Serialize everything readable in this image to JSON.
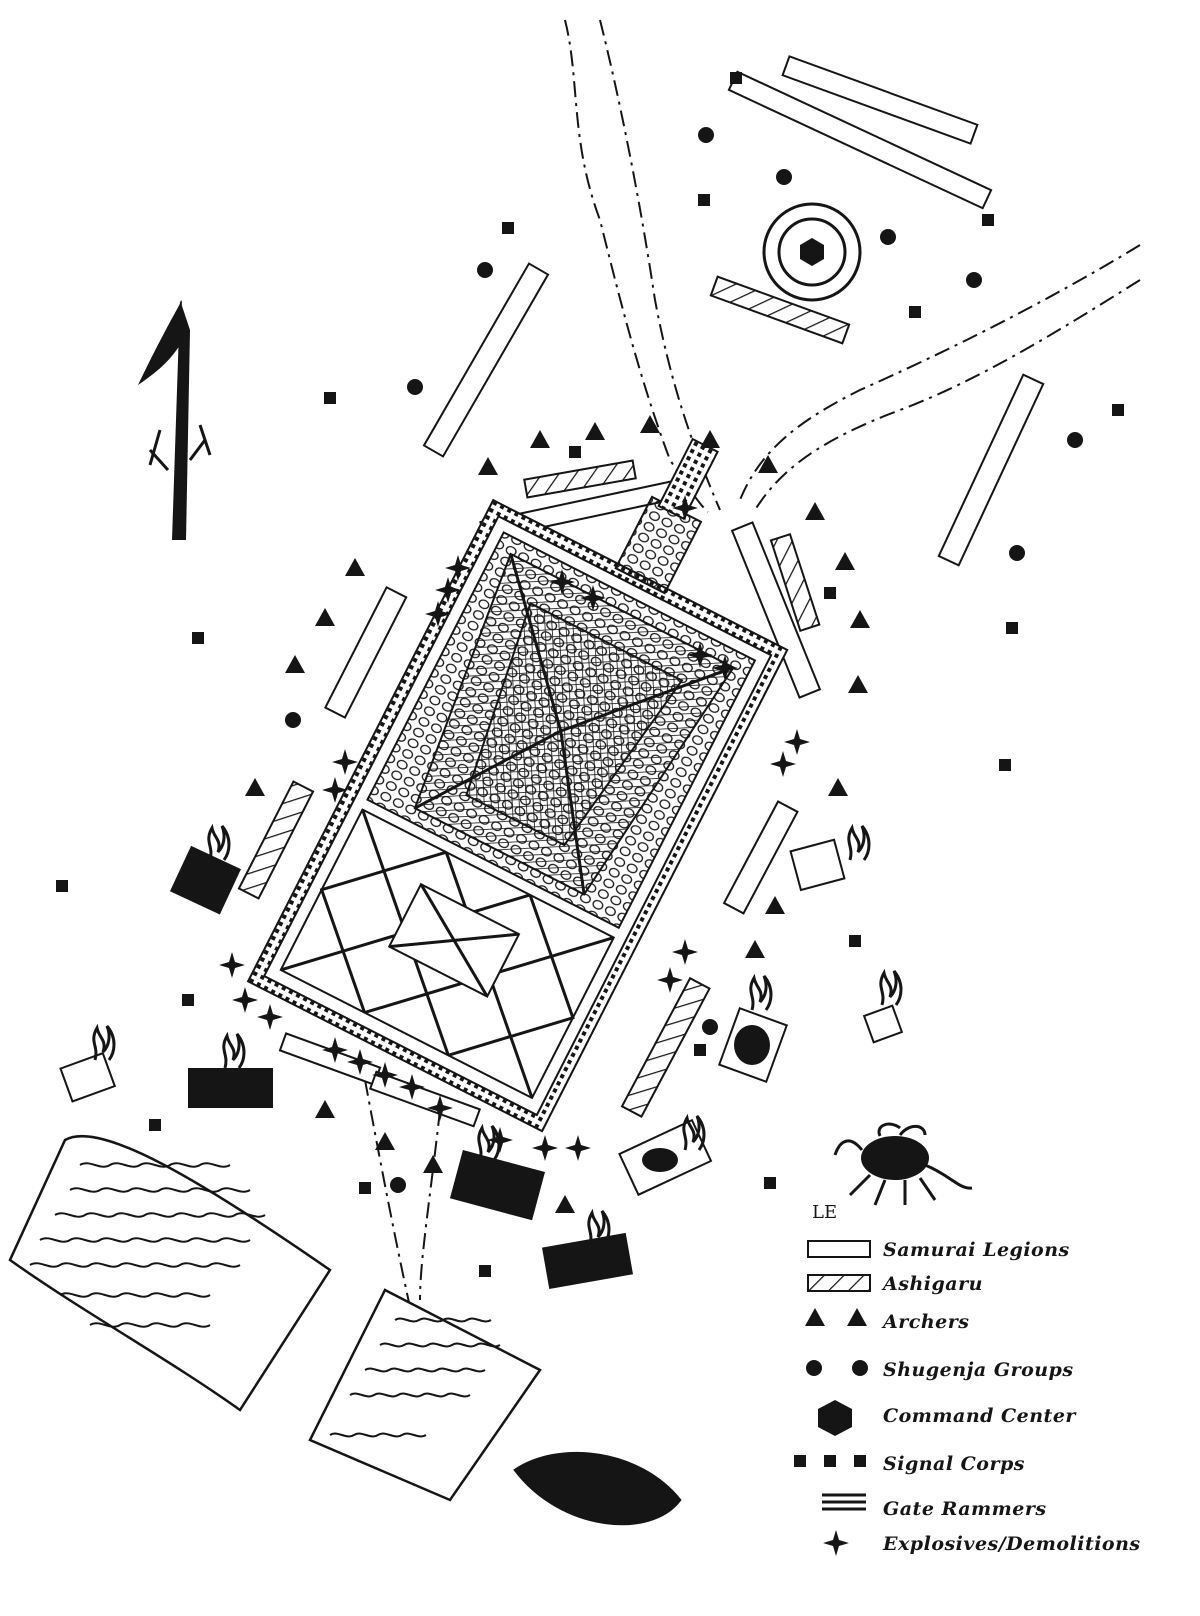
{
  "legend": {
    "mark": "LE",
    "items": [
      {
        "symbol": "rect-outline",
        "label": "Samurai Legions"
      },
      {
        "symbol": "rect-hatched",
        "label": "Ashigaru"
      },
      {
        "symbol": "triangle",
        "label": "Archers"
      },
      {
        "symbol": "circle",
        "label": "Shugenja Groups"
      },
      {
        "symbol": "hexagon",
        "label": "Command Center"
      },
      {
        "symbol": "square",
        "label": "Signal Corps"
      },
      {
        "symbol": "triple-line",
        "label": "Gate Rammers"
      },
      {
        "symbol": "star-burst",
        "label": "Explosives/Demolitions"
      }
    ]
  },
  "map": {
    "north_arrow_icon": "north-arrow-icon",
    "crab_icon": "crab-emblem-icon",
    "ink_color": "#151515"
  }
}
